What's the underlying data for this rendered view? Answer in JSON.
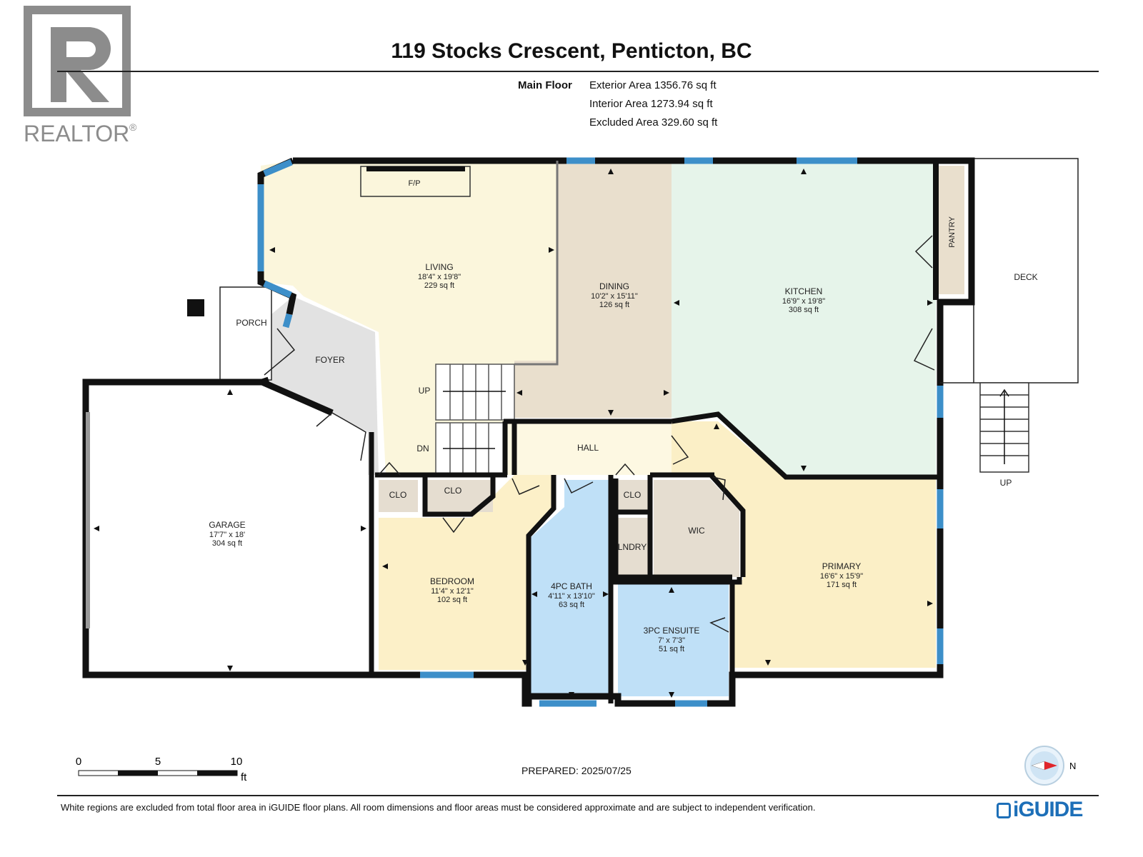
{
  "header": {
    "title": "119 Stocks Crescent, Penticton, BC",
    "floor_label": "Main Floor",
    "areas": [
      "Exterior Area 1356.76 sq ft",
      "Interior Area 1273.94 sq ft",
      "Excluded Area 329.60 sq ft"
    ]
  },
  "logo": {
    "text": "REALTOR",
    "mark": "®",
    "letter": "R"
  },
  "rooms": {
    "living": {
      "name": "LIVING",
      "dims": "18'4\" x 19'8\"",
      "area": "229 sq ft"
    },
    "dining": {
      "name": "DINING",
      "dims": "10'2\" x 15'11\"",
      "area": "126 sq ft"
    },
    "kitchen": {
      "name": "KITCHEN",
      "dims": "16'9\" x 19'8\"",
      "area": "308 sq ft"
    },
    "garage": {
      "name": "GARAGE",
      "dims": "17'7\" x 18'",
      "area": "304 sq ft"
    },
    "bedroom": {
      "name": "BEDROOM",
      "dims": "11'4\" x 12'1\"",
      "area": "102 sq ft"
    },
    "bath4": {
      "name": "4PC BATH",
      "dims": "4'11\" x 13'10\"",
      "area": "63 sq ft"
    },
    "ensuite3": {
      "name": "3PC ENSUITE",
      "dims": "7' x 7'3\"",
      "area": "51 sq ft"
    },
    "primary": {
      "name": "PRIMARY",
      "dims": "16'6\" x 15'9\"",
      "area": "171 sq ft"
    }
  },
  "labels": {
    "fp": "F/P",
    "pantry": "PANTRY",
    "deck": "DECK",
    "porch": "PORCH",
    "foyer": "FOYER",
    "up": "UP",
    "dn": "DN",
    "hall": "HALL",
    "clo": "CLO",
    "wic": "WIC",
    "lndry": "LNDRY",
    "deck_up": "UP"
  },
  "footer": {
    "prepared": "PREPARED: 2025/07/25",
    "disclaimer": "White regions are excluded from total floor area in iGUIDE floor plans. All room dimensions and floor areas must be considered approximate and are subject to independent verification.",
    "brand": "iGUIDE",
    "scale": {
      "ticks": [
        "0",
        "5",
        "10"
      ],
      "unit": "ft"
    },
    "compass_label": "N"
  },
  "colors": {
    "living": "#fbf6dc",
    "dining": "#e9dfcd",
    "kitchen": "#e6f4ea",
    "foyer": "#e2e2e2",
    "bedroom": "#fcf0c8",
    "bath": "#bfe0f7",
    "primary": "#fbefc6",
    "closet": "#e5ddd0",
    "hall": "#fdf8e2",
    "wall": "#111111",
    "window": "#3d8fc9"
  }
}
